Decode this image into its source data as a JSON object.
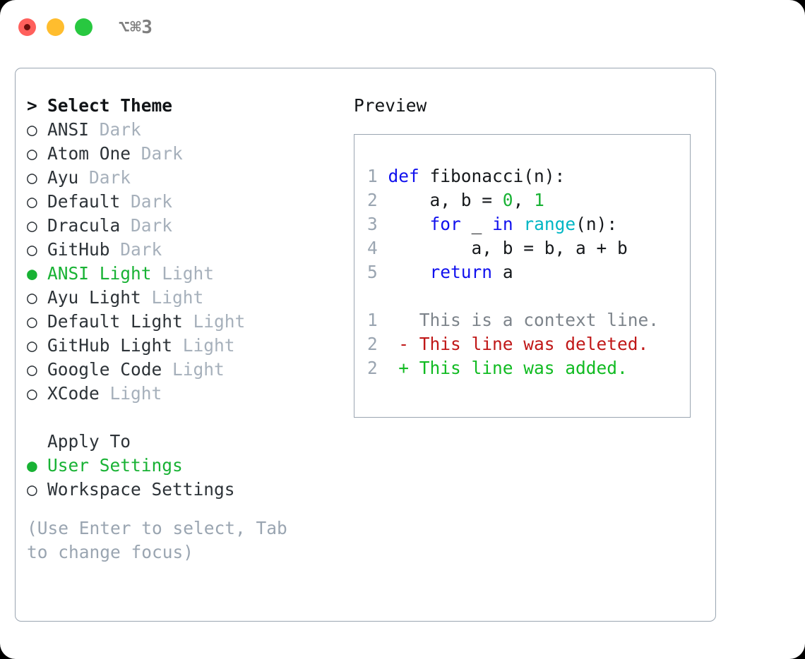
{
  "titlebar": {
    "shortcut": "⌥⌘3",
    "buttons": [
      {
        "name": "close",
        "color": "#ff605c"
      },
      {
        "name": "minimize",
        "color": "#ffbd2e"
      },
      {
        "name": "maximize",
        "color": "#28c840"
      }
    ]
  },
  "theme_picker": {
    "header_marker": ">",
    "header_label": "Select Theme",
    "selected_marker": "●",
    "unselected_marker": "○",
    "items": [
      {
        "name": "ANSI",
        "kind": "Dark",
        "selected": false
      },
      {
        "name": "Atom One",
        "kind": "Dark",
        "selected": false
      },
      {
        "name": "Ayu",
        "kind": "Dark",
        "selected": false
      },
      {
        "name": "Default",
        "kind": "Dark",
        "selected": false
      },
      {
        "name": "Dracula",
        "kind": "Dark",
        "selected": false
      },
      {
        "name": "GitHub",
        "kind": "Dark",
        "selected": false
      },
      {
        "name": "ANSI Light",
        "kind": "Light",
        "selected": true
      },
      {
        "name": "Ayu Light",
        "kind": "Light",
        "selected": false
      },
      {
        "name": "Default Light",
        "kind": "Light",
        "selected": false
      },
      {
        "name": "GitHub Light",
        "kind": "Light",
        "selected": false
      },
      {
        "name": "Google Code",
        "kind": "Light",
        "selected": false
      },
      {
        "name": "XCode",
        "kind": "Light",
        "selected": false
      }
    ]
  },
  "apply_to": {
    "label": "Apply To",
    "options": [
      {
        "label": "User Settings",
        "selected": true
      },
      {
        "label": "Workspace Settings",
        "selected": false
      }
    ]
  },
  "hint": "(Use Enter to select, Tab to change focus)",
  "preview": {
    "title": "Preview",
    "code_lines": [
      {
        "num": "1",
        "tokens": [
          {
            "t": "def ",
            "c": "kw"
          },
          {
            "t": "fibonacci(n):",
            "c": "txt"
          }
        ]
      },
      {
        "num": "2",
        "tokens": [
          {
            "t": "    a, b = ",
            "c": "txt"
          },
          {
            "t": "0",
            "c": "num"
          },
          {
            "t": ", ",
            "c": "txt"
          },
          {
            "t": "1",
            "c": "num"
          }
        ]
      },
      {
        "num": "3",
        "tokens": [
          {
            "t": "    ",
            "c": "txt"
          },
          {
            "t": "for",
            "c": "kw"
          },
          {
            "t": " _ ",
            "c": "txt"
          },
          {
            "t": "in",
            "c": "kw"
          },
          {
            "t": " ",
            "c": "txt"
          },
          {
            "t": "range",
            "c": "fn"
          },
          {
            "t": "(n):",
            "c": "txt"
          }
        ]
      },
      {
        "num": "4",
        "tokens": [
          {
            "t": "        a, b = b, a + b",
            "c": "txt"
          }
        ]
      },
      {
        "num": "5",
        "tokens": [
          {
            "t": "    ",
            "c": "txt"
          },
          {
            "t": "return",
            "c": "kw"
          },
          {
            "t": " a",
            "c": "txt"
          }
        ]
      }
    ],
    "diff_lines": [
      {
        "num": "1",
        "sign": " ",
        "text": "This is a context line.",
        "kind": "ctx"
      },
      {
        "num": "2",
        "sign": "-",
        "text": "This line was deleted.",
        "kind": "del"
      },
      {
        "num": "2",
        "sign": "+",
        "text": "This line was added.",
        "kind": "add"
      }
    ]
  },
  "colors": {
    "accent_green": "#18b234",
    "muted": "#9aa5b1",
    "keyword": "#1111ee",
    "function": "#00b6c4",
    "number": "#18b234",
    "diff_delete": "#c01818",
    "diff_add": "#11bb22",
    "border": "#9aa5b1"
  }
}
